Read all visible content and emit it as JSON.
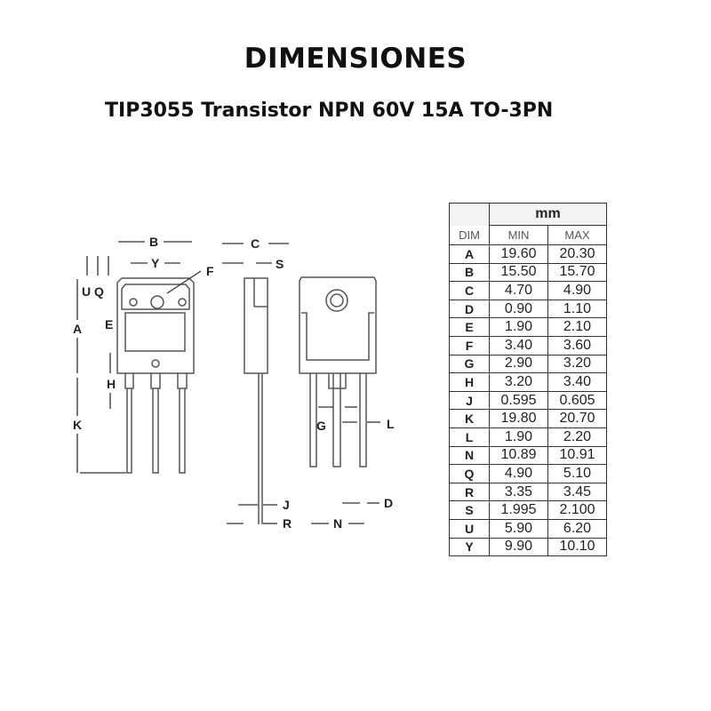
{
  "title": "DIMENSIONES",
  "subtitle": "TIP3055 Transistor NPN 60V 15A TO-3PN",
  "diagram_labels": {
    "B": "B",
    "Y": "Y",
    "F": "F",
    "C": "C",
    "S": "S",
    "U": "U",
    "Q": "Q",
    "E": "E",
    "A": "A",
    "H": "H",
    "K": "K",
    "J": "J",
    "R": "R",
    "N": "N",
    "D": "D",
    "G": "G",
    "L": "L"
  },
  "table": {
    "unit": "mm",
    "headers": [
      "DIM",
      "MIN",
      "MAX"
    ],
    "rows": [
      {
        "dim": "A",
        "min": "19.60",
        "max": "20.30"
      },
      {
        "dim": "B",
        "min": "15.50",
        "max": "15.70"
      },
      {
        "dim": "C",
        "min": "4.70",
        "max": "4.90"
      },
      {
        "dim": "D",
        "min": "0.90",
        "max": "1.10"
      },
      {
        "dim": "E",
        "min": "1.90",
        "max": "2.10"
      },
      {
        "dim": "F",
        "min": "3.40",
        "max": "3.60"
      },
      {
        "dim": "G",
        "min": "2.90",
        "max": "3.20"
      },
      {
        "dim": "H",
        "min": "3.20",
        "max": "3.40"
      },
      {
        "dim": "J",
        "min": "0.595",
        "max": "0.605"
      },
      {
        "dim": "K",
        "min": "19.80",
        "max": "20.70"
      },
      {
        "dim": "L",
        "min": "1.90",
        "max": "2.20"
      },
      {
        "dim": "N",
        "min": "10.89",
        "max": "10.91"
      },
      {
        "dim": "Q",
        "min": "4.90",
        "max": "5.10"
      },
      {
        "dim": "R",
        "min": "3.35",
        "max": "3.45"
      },
      {
        "dim": "S",
        "min": "1.995",
        "max": "2.100"
      },
      {
        "dim": "U",
        "min": "5.90",
        "max": "6.20"
      },
      {
        "dim": "Y",
        "min": "9.90",
        "max": "10.10"
      }
    ]
  }
}
